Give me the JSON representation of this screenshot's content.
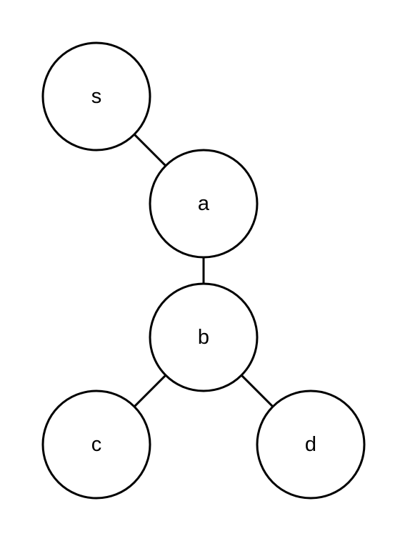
{
  "nodes": [
    {
      "id": "s",
      "label": "s"
    },
    {
      "id": "a",
      "label": "a"
    },
    {
      "id": "b",
      "label": "b"
    },
    {
      "id": "c",
      "label": "c"
    },
    {
      "id": "d",
      "label": "d"
    }
  ],
  "edges": [
    {
      "from": "s",
      "to": "a"
    },
    {
      "from": "a",
      "to": "b"
    },
    {
      "from": "b",
      "to": "c"
    },
    {
      "from": "b",
      "to": "d"
    }
  ],
  "colors": {
    "stroke": "#000000",
    "fill": "#ffffff",
    "background": "#ffffff"
  }
}
